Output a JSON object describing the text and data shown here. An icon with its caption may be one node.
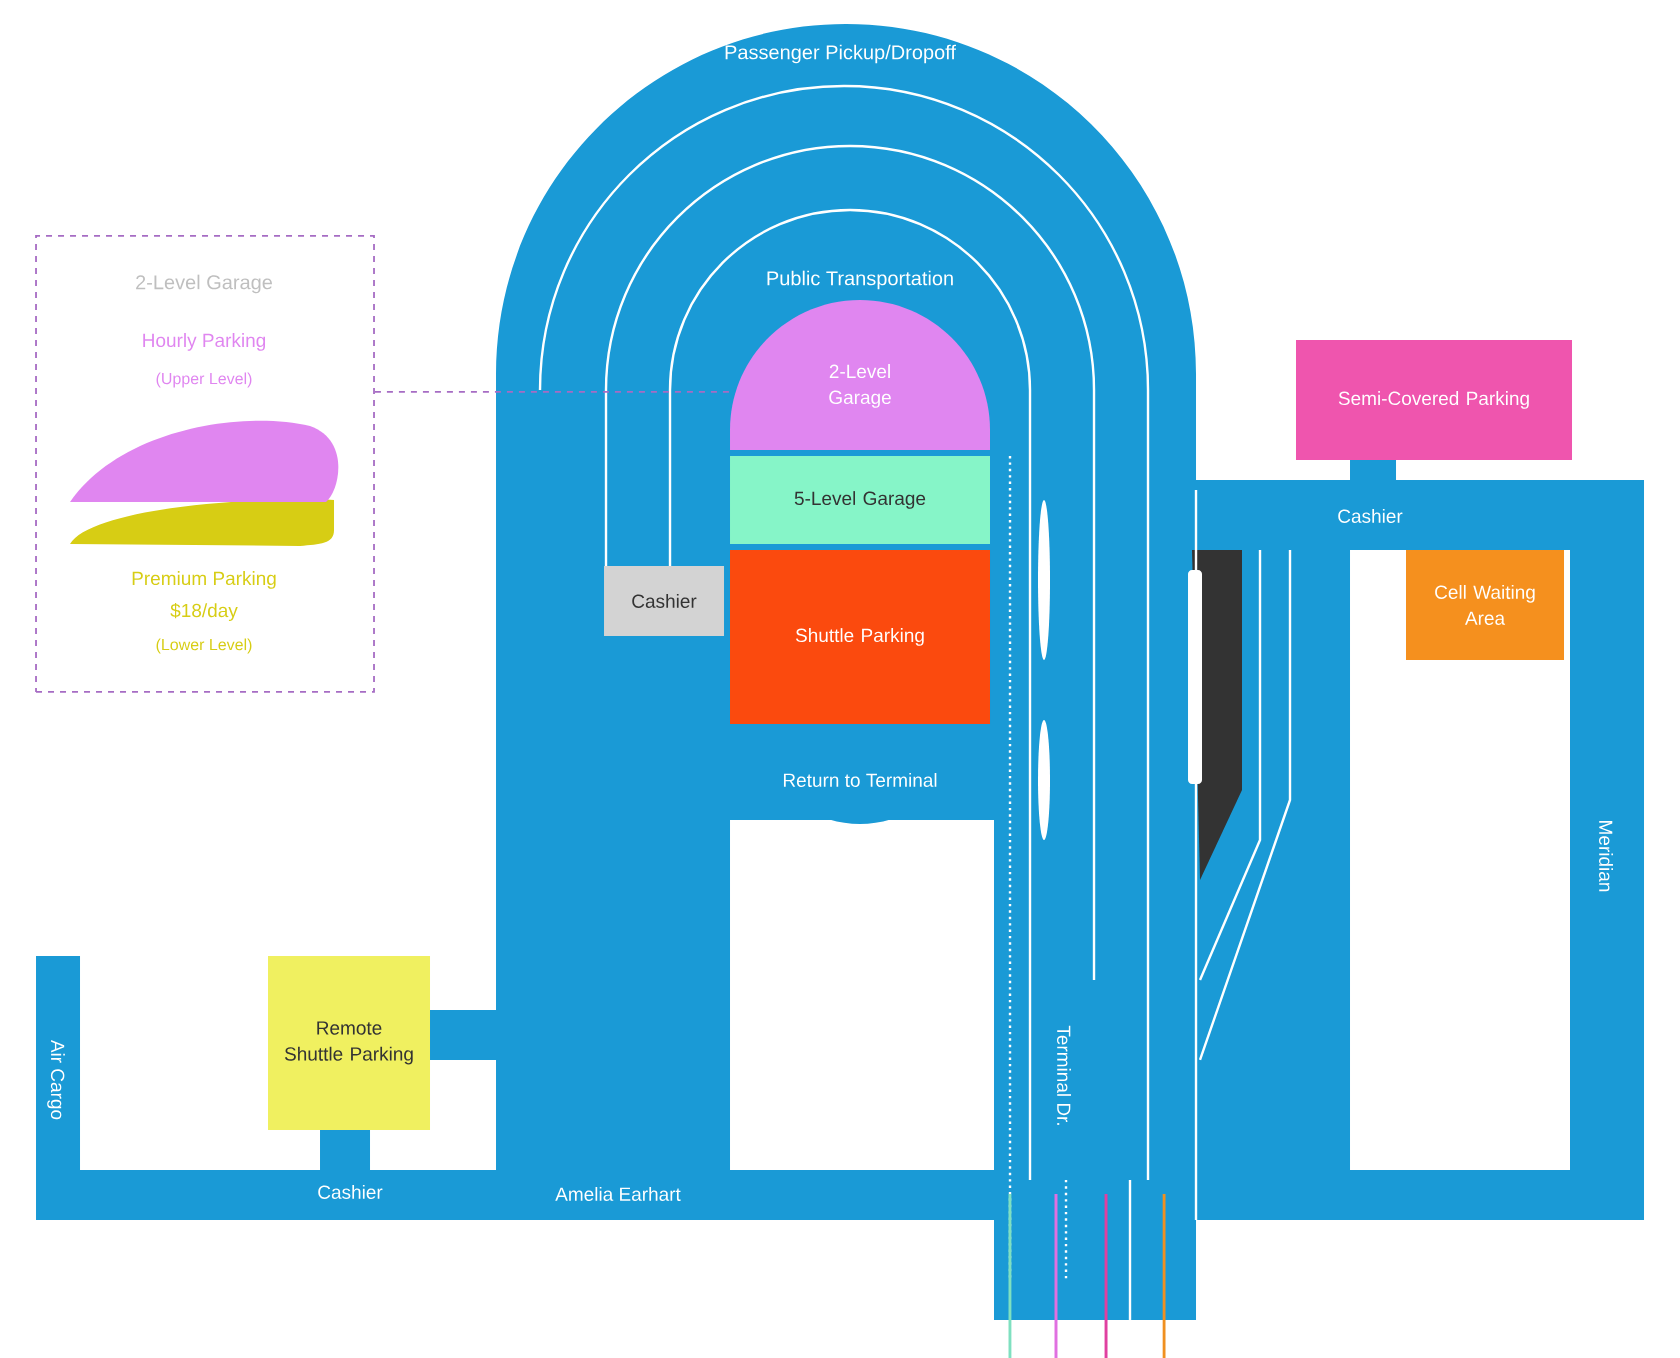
{
  "diagram": {
    "nodes": [
      {
        "text": [
          "2-Level Garage",
          "Hourly Parking",
          "(Upper Level)",
          "Premium Parking",
          "$18/day",
          "(Lower Level)"
        ]
      },
      {
        "text": [
          "2-Level Garage"
        ]
      },
      {
        "text": [
          "5-Level Garage"
        ]
      },
      {
        "text": [
          "Shuttle Parking"
        ]
      },
      {
        "text": [
          "Cashier"
        ]
      },
      {
        "text": [
          "Semi-Covered Parking"
        ]
      },
      {
        "text": [
          "Cell Waiting Area"
        ]
      },
      {
        "text": [
          "Remote Shuttle Parking"
        ]
      }
    ],
    "edges": [
      {
        "from": 0,
        "to": 1,
        "arrow": "none",
        "style": "dashed",
        "color": "#a66cc4"
      }
    ],
    "labels": [
      "Passenger Pickup/Dropoff",
      "Public Transportation",
      "Return to Terminal",
      "Cashier",
      "Meridian",
      "Terminal Dr.",
      "Air Cargo",
      "Cashier",
      "Amelia Earhart"
    ]
  }
}
